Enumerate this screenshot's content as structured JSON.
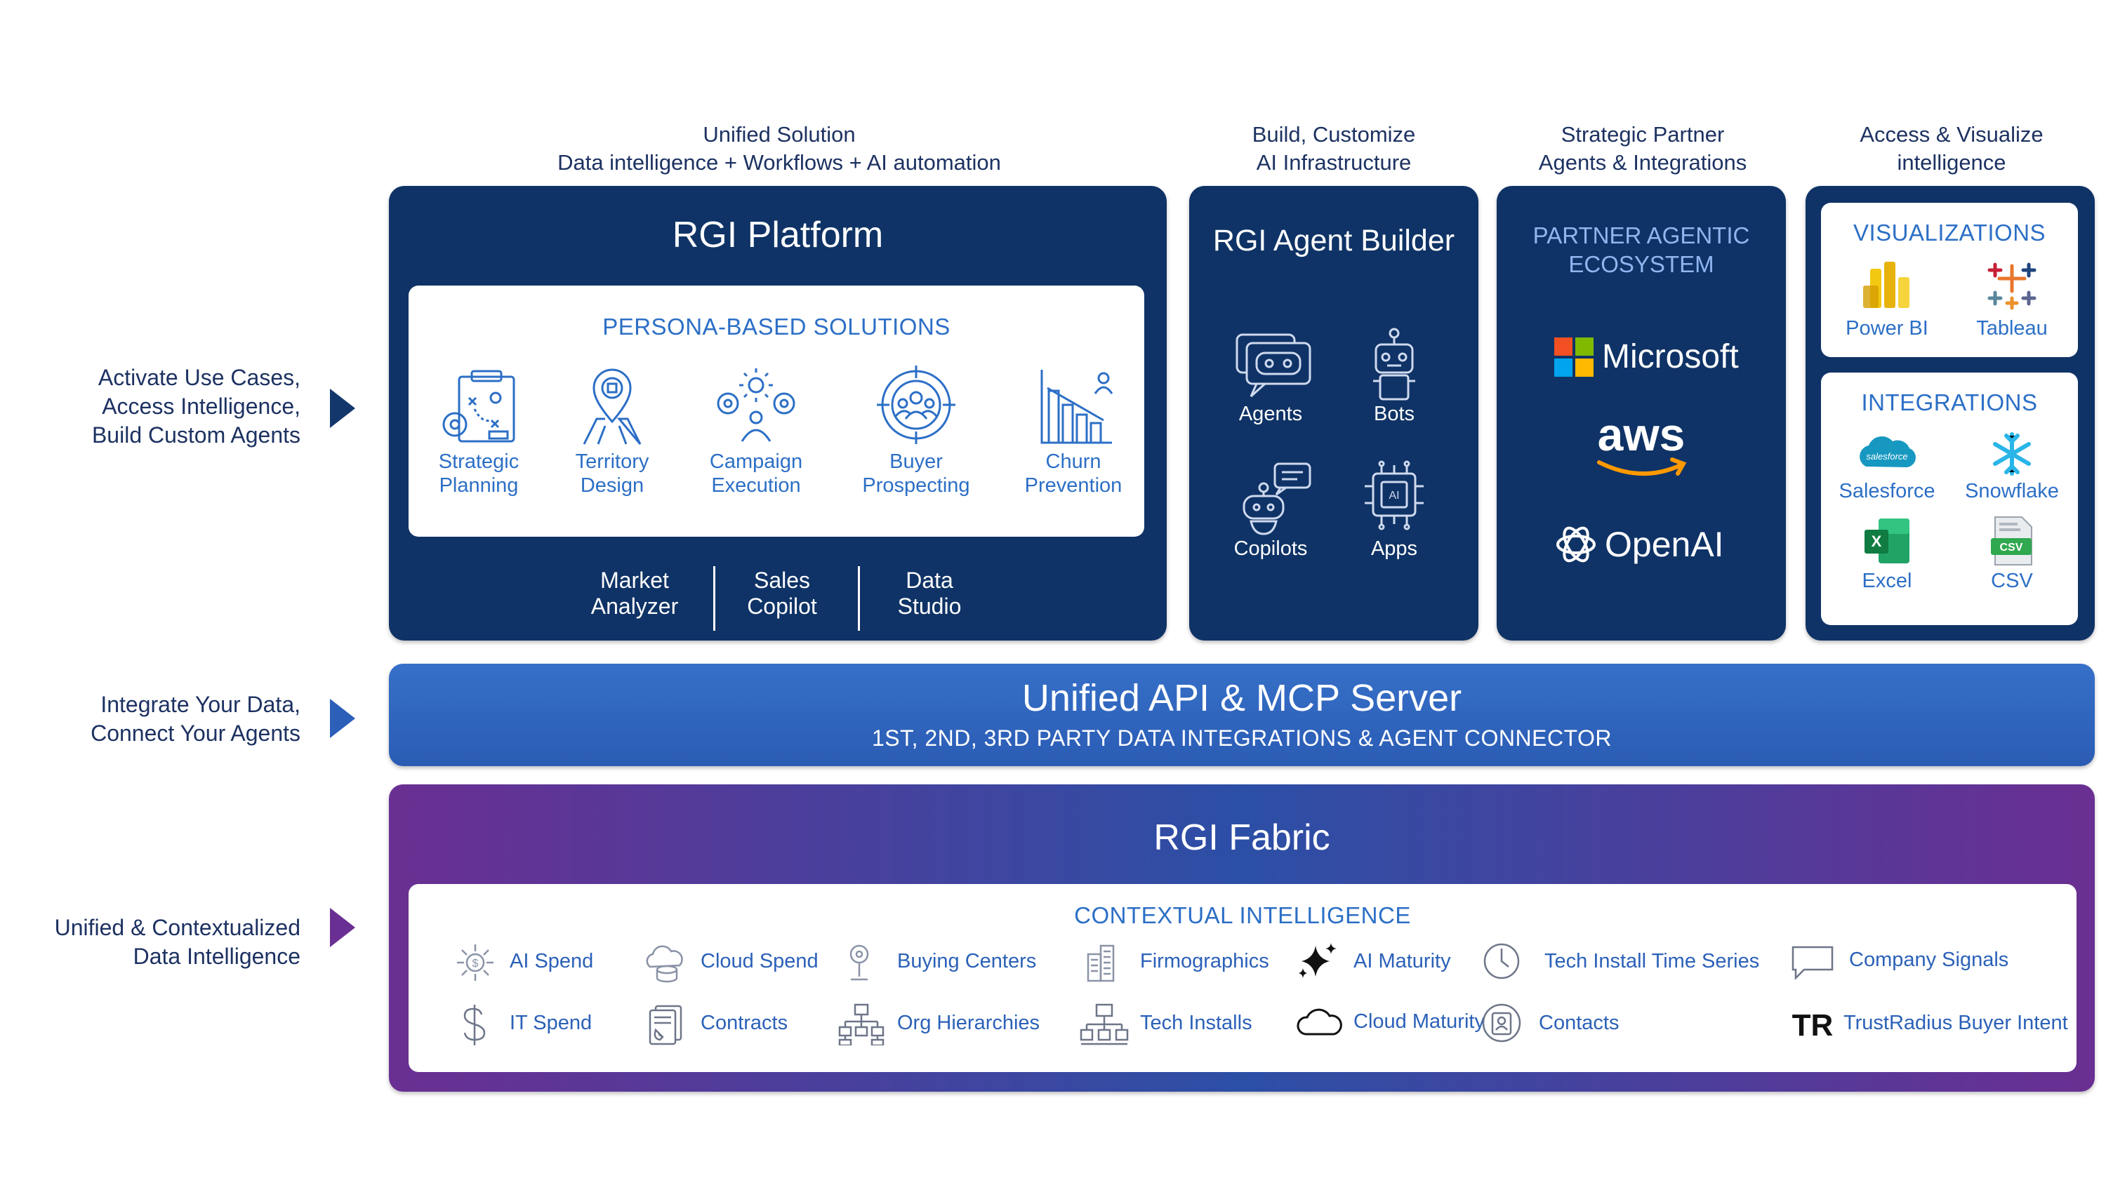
{
  "headers": {
    "platform": [
      "Unified Solution",
      "Data intelligence + Workflows + AI automation"
    ],
    "builder": [
      "Build, Customize",
      "AI Infrastructure"
    ],
    "partner": [
      "Strategic Partner",
      "Agents & Integrations"
    ],
    "access": [
      "Access  & Visualize",
      "intelligence"
    ]
  },
  "side_labels": {
    "activate": [
      "Activate Use Cases,",
      "Access Intelligence,",
      "Build Custom Agents"
    ],
    "integrate": [
      "Integrate Your Data,",
      "Connect Your Agents"
    ],
    "unified": [
      "Unified & Contextualized",
      "Data Intelligence"
    ]
  },
  "platform": {
    "title": "RGI Platform",
    "section": "PERSONA-BASED SOLUTIONS",
    "solutions": [
      {
        "icon": "strategy-board-icon",
        "label": [
          "Strategic",
          "Planning"
        ]
      },
      {
        "icon": "map-pin-icon",
        "label": [
          "Territory",
          "Design"
        ]
      },
      {
        "icon": "campaign-gears-icon",
        "label": [
          "Campaign",
          "Execution"
        ]
      },
      {
        "icon": "target-people-icon",
        "label": [
          "Buyer",
          "Prospecting"
        ]
      },
      {
        "icon": "declining-chart-icon",
        "label": [
          "Churn",
          "Prevention"
        ]
      }
    ],
    "tools": [
      {
        "label": [
          "Market",
          "Analyzer"
        ]
      },
      {
        "label": [
          "Sales",
          "Copilot"
        ]
      },
      {
        "label": [
          "Data",
          "Studio"
        ]
      }
    ]
  },
  "builder": {
    "title": "RGI Agent Builder",
    "items": [
      {
        "icon": "chat-bot-icon",
        "label": "Agents"
      },
      {
        "icon": "robot-icon",
        "label": "Bots"
      },
      {
        "icon": "copilot-icon",
        "label": "Copilots"
      },
      {
        "icon": "ai-chip-icon",
        "label": "Apps"
      }
    ]
  },
  "partner": {
    "title": [
      "PARTNER AGENTIC",
      "ECOSYSTEM"
    ],
    "logos": [
      "Microsoft",
      "aws",
      "OpenAI"
    ]
  },
  "visualizations": {
    "title": "VISUALIZATIONS",
    "items": [
      {
        "icon": "powerbi-icon",
        "label": "Power BI"
      },
      {
        "icon": "tableau-icon",
        "label": "Tableau"
      }
    ]
  },
  "integrations": {
    "title": "INTEGRATIONS",
    "items": [
      {
        "icon": "salesforce-icon",
        "label": "Salesforce",
        "logo_text": "salesforce"
      },
      {
        "icon": "snowflake-icon",
        "label": "Snowflake"
      },
      {
        "icon": "excel-icon",
        "label": "Excel",
        "logo_text": "X"
      },
      {
        "icon": "csv-icon",
        "label": "CSV",
        "logo_text": "CSV"
      }
    ]
  },
  "api": {
    "title": "Unified API & MCP Server",
    "subtitle": "1ST, 2ND, 3RD PARTY DATA INTEGRATIONS & AGENT CONNECTOR"
  },
  "fabric": {
    "title": "RGI Fabric",
    "section": "CONTEXTUAL INTELLIGENCE",
    "row1": [
      {
        "icon": "ai-spend-icon",
        "label": "AI Spend"
      },
      {
        "icon": "cloud-spend-icon",
        "label": "Cloud Spend"
      },
      {
        "icon": "buying-centers-icon",
        "label": "Buying Centers"
      },
      {
        "icon": "buildings-icon",
        "label": "Firmographics"
      },
      {
        "icon": "sparkle-icon",
        "label": "AI Maturity"
      },
      {
        "icon": "clock-icon",
        "label": "Tech Install Time Series"
      },
      {
        "icon": "speech-bubble-icon",
        "label": "Company Signals"
      }
    ],
    "row2": [
      {
        "icon": "dollar-icon",
        "label": "IT Spend"
      },
      {
        "icon": "contracts-icon",
        "label": "Contracts"
      },
      {
        "icon": "org-chart-icon",
        "label": "Org Hierarchies"
      },
      {
        "icon": "tech-installs-icon",
        "label": "Tech Installs"
      },
      {
        "icon": "cloud-icon",
        "label": "Cloud Maturity"
      },
      {
        "icon": "contact-icon",
        "label": "Contacts"
      },
      {
        "icon": "trustradius-icon",
        "label": "TrustRadius Buyer Intent",
        "logo_text": "TR"
      }
    ]
  },
  "colors": {
    "navy": "#0f3366",
    "accent_blue": "#2c6fc6",
    "api_blue": "#2f63c0",
    "fabric_purple": "#6a2f92",
    "fabric_blue": "#2c4fa6"
  }
}
